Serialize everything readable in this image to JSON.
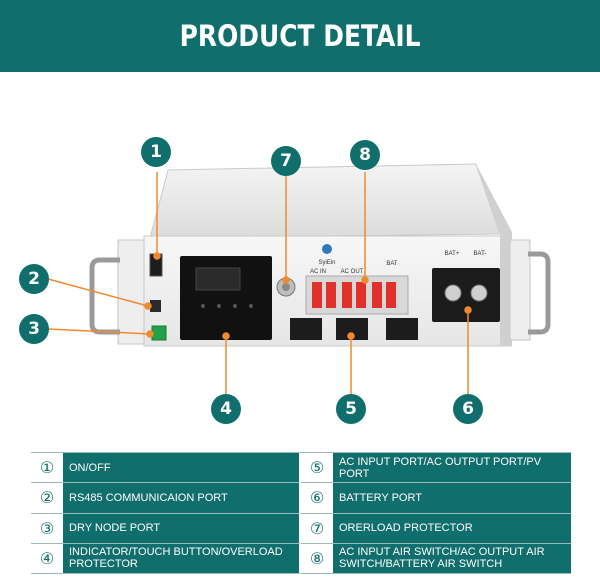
{
  "header": {
    "title": "PRODUCT DETAIL"
  },
  "device": {
    "brand": "SyiEin",
    "ac_in_label": "AC IN",
    "ac_out_label": "AC OUT",
    "bat_label": "BAT",
    "bat_plus_label": "BAT+",
    "bat_minus_label": "BAT-"
  },
  "callouts": [
    "1",
    "2",
    "3",
    "4",
    "5",
    "6",
    "7",
    "8"
  ],
  "details": [
    {
      "num": "①",
      "label": "ON/OFF"
    },
    {
      "num": "⑤",
      "label": "AC INPUT PORT/AC OUTPUT PORT/PV PORT"
    },
    {
      "num": "②",
      "label": "RS485 COMMUNICAION PORT"
    },
    {
      "num": "⑥",
      "label": "BATTERY PORT"
    },
    {
      "num": "③",
      "label": "DRY NODE PORT"
    },
    {
      "num": "⑦",
      "label": "ORERLOAD PROTECTOR"
    },
    {
      "num": "④",
      "label": "INDICATOR/TOUCH BUTTON/OVERLOAD PROTECTOR"
    },
    {
      "num": "⑧",
      "label": "AC INPUT AIR SWITCH/AC OUTPUT AIR SWITCH/BATTERY AIR SWITCH"
    }
  ],
  "colors": {
    "brand": "#106f6c",
    "leader": "#f08a2c",
    "breaker": "#e0312b"
  }
}
